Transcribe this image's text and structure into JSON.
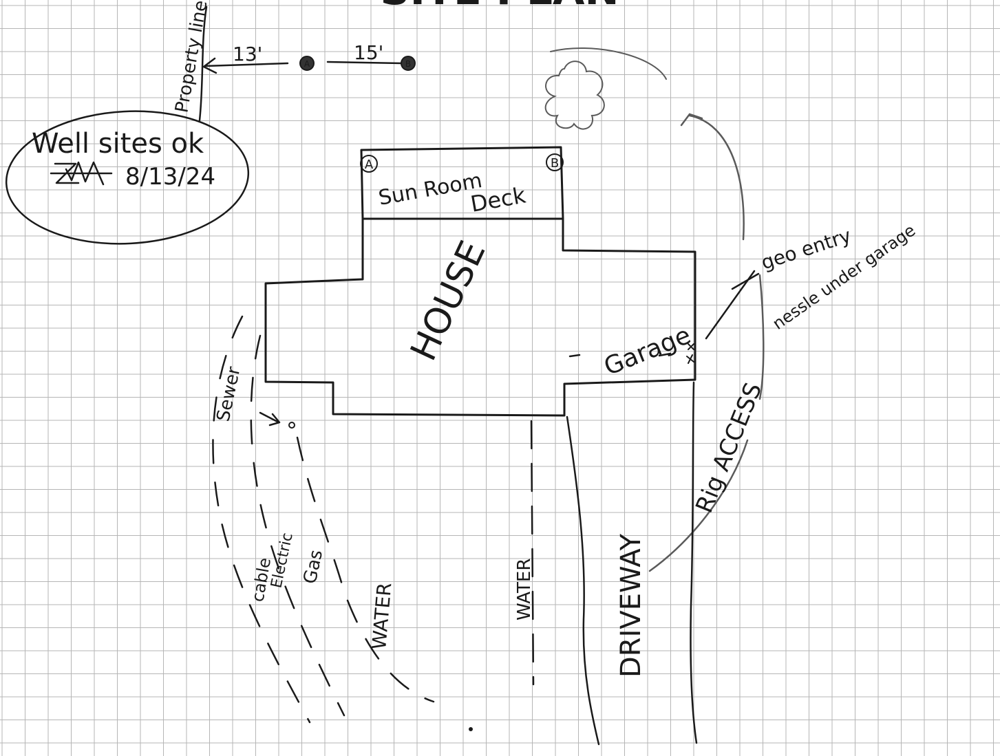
{
  "header": {
    "title": "SITE PLAN"
  },
  "note": {
    "line1": "Well sites ok",
    "date": "8/13/24"
  },
  "dimensions": {
    "left": "13'",
    "right": "15'"
  },
  "labels": {
    "property_line": "Property line",
    "sun_room": "Sun Room",
    "deck": "Deck",
    "house": "HOUSE",
    "garage": "Garage",
    "sewer": "Sewer",
    "cable": "cable",
    "electric": "Electric",
    "gas": "Gas",
    "driveway": "DRIVEWAY",
    "water": "WATER",
    "geo_entry": "geo entry",
    "under_garage": "nessle under garage",
    "access": "Rig ACCESS",
    "marker_a": "A",
    "marker_b": "B",
    "well_a": "A",
    "well_b": "B"
  },
  "colors": {
    "ink": "#1a1a1a",
    "grid": "#b5b5b5",
    "pencil": "#5a5a5a"
  }
}
